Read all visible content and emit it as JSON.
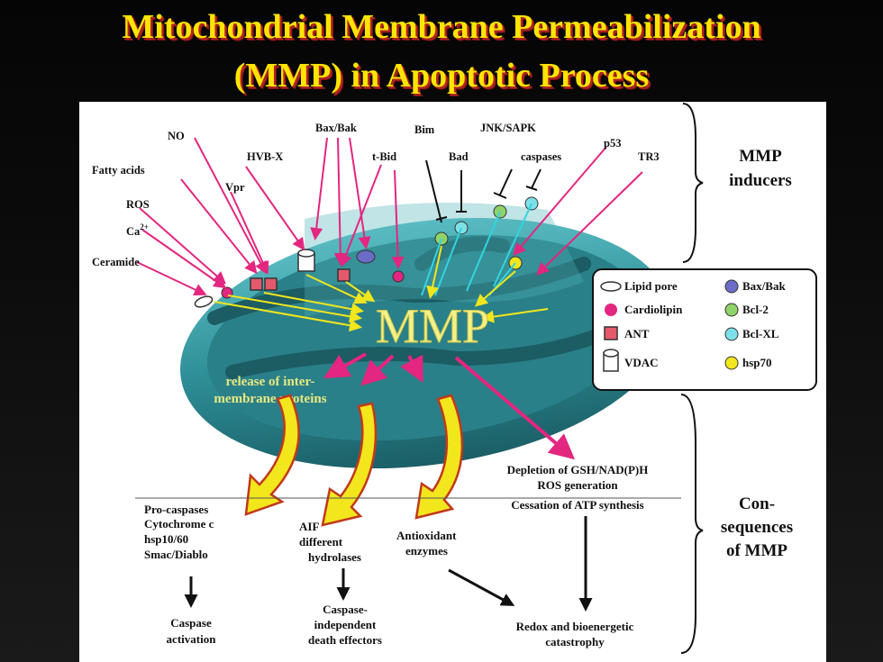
{
  "slide": {
    "title_line1": "Mitochondrial   Membrane Permeabilization",
    "title_line2": "(MMP) in Apoptotic Process"
  },
  "colors": {
    "title": "#ffe400",
    "title_shadow": "#b32424",
    "mito_outer": "#3aa3aa",
    "mito_inner": "#1f6f78",
    "arrow_pink": "#e3267f",
    "arrow_yellow": "#f2e61c",
    "mmp_text": "#f5f08a"
  },
  "diagram": {
    "inducers": {
      "NO": "NO",
      "bax_bak": "Bax/Bak",
      "bim": "Bim",
      "jnk": "JNK/SAPK",
      "p53": "p53",
      "fatty_acids": "Fatty acids",
      "hvb_x": "HVB-X",
      "t_bid": "t-Bid",
      "bad": "Bad",
      "caspases": "caspases",
      "tr3": "TR3",
      "vpr": "Vpr",
      "ros": "ROS",
      "ca": "Ca",
      "ca_sup": "2+",
      "ceramide": "Ceramide"
    },
    "group_inducers_line1": "MMP",
    "group_inducers_line2": "inducers",
    "mmp_label": "MMP",
    "release_line1": "release of inter-",
    "release_line2": "membrane proteins",
    "legend": {
      "lipid_pore": "Lipid pore",
      "cardiolipin": "Cardiolipin",
      "ant": "ANT",
      "vdac": "VDAC",
      "bax_bak": "Bax/Bak",
      "bcl2": "Bcl-2",
      "bclxl": "Bcl-XL",
      "hsp70": "hsp70"
    },
    "consequences": {
      "depletion_line1": "Depletion of GSH/NAD(P)H",
      "depletion_line2": "ROS generation",
      "depletion_line3": "Cessation of ATP synthesis",
      "pro_line1": "Pro-caspases",
      "pro_line2": "Cytochrome c",
      "pro_line3": "hsp10/60",
      "pro_line4": "Smac/Diablo",
      "aif_line1": "AIF",
      "aif_line2": "different",
      "aif_line3": "hydrolases",
      "antiox_line1": "Antioxidant",
      "antiox_line2": "enzymes",
      "caspase_act_line1": "Caspase",
      "caspase_act_line2": "activation",
      "casp_ind_line1": "Caspase-",
      "casp_ind_line2": "independent",
      "casp_ind_line3": "death effectors",
      "redox_line1": "Redox and bioenergetic",
      "redox_line2": "catastrophy"
    },
    "group_cons_line1": "Con-",
    "group_cons_line2": "sequences",
    "group_cons_line3": "of MMP"
  }
}
